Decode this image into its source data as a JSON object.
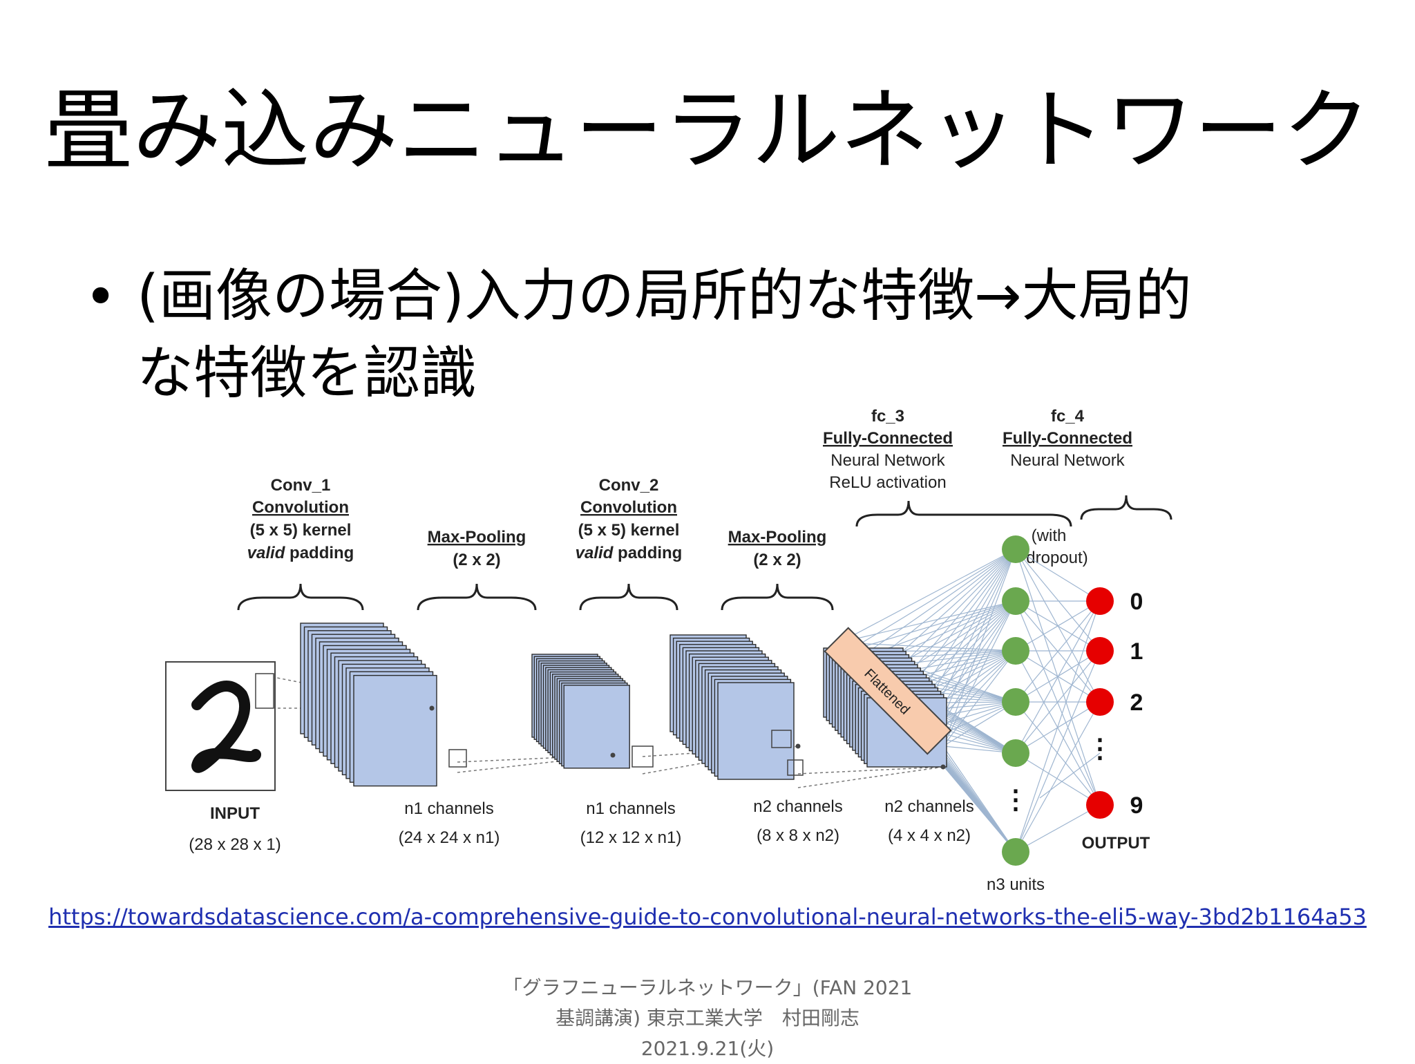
{
  "slide": {
    "title": "畳み込みニューラルネットワーク",
    "bullet_marker": "•",
    "bullet_line1": "(画像の場合)入力の局所的な特徴→大局的",
    "bullet_line2": "な特徴を認識",
    "link": "https://towardsdatascience.com/a-comprehensive-guide-to-convolutional-neural-networks-the-eli5-way-3bd2b1164a53",
    "footer_line1": "「グラフニューラルネットワーク」(FAN 2021",
    "footer_line2": "基調講演) 東京工業大学　村田剛志",
    "footer_line3": "2021.9.21(火)"
  },
  "diagram": {
    "conv1": {
      "name": "Conv_1",
      "type": "Convolution",
      "kernel": "(5 x 5) kernel",
      "padding_em": "valid",
      "padding": " padding"
    },
    "pool1": {
      "name": "Max-Pooling",
      "size": "(2 x 2)"
    },
    "conv2": {
      "name": "Conv_2",
      "type": "Convolution",
      "kernel": "(5 x 5) kernel",
      "padding_em": "valid",
      "padding": " padding"
    },
    "pool2": {
      "name": "Max-Pooling",
      "size": "(2 x 2)"
    },
    "fc3": {
      "name": "fc_3",
      "type": "Fully-Connected",
      "line1": "Neural Network",
      "line2": "ReLU activation"
    },
    "fc4": {
      "name": "fc_4",
      "type": "Fully-Connected",
      "line1": "Neural Network"
    },
    "dropout_1": "(with",
    "dropout_2": "dropout)",
    "flattened": "Flattened",
    "input": {
      "label": "INPUT",
      "dims": "(28 x 28 x 1)",
      "digit": "2"
    },
    "stage1": {
      "label": "n1 channels",
      "dims": "(24 x 24 x n1)"
    },
    "stage2": {
      "label": "n1 channels",
      "dims": "(12 x 12 x n1)"
    },
    "stage3": {
      "label": "n2 channels",
      "dims": "(8 x 8 x n2)"
    },
    "stage4": {
      "label": "n2 channels",
      "dims": "(4 x 4 x n2)"
    },
    "hidden_label": "n3 units",
    "output_label": "OUTPUT",
    "outputs": [
      "0",
      "1",
      "2",
      "9"
    ],
    "ellipsis": "⋮",
    "colors": {
      "map_fill": "#b4c6e7",
      "map_stroke": "#2b2b2b",
      "hidden_node": "#6aa84f",
      "output_node": "#e60000",
      "flatten_fill": "#f8cbad",
      "edge": "#8ea9c8"
    }
  }
}
